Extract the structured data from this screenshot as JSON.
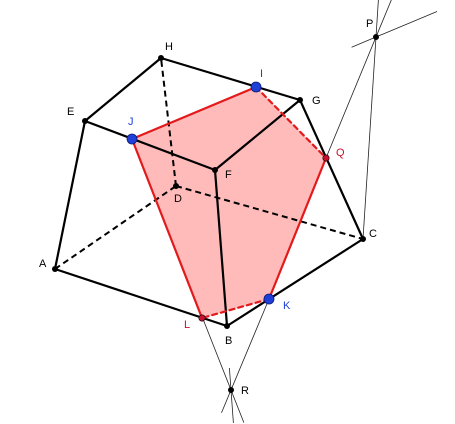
{
  "diagram": {
    "colors": {
      "edge": "#000000",
      "section_stroke": "#e31a1c",
      "section_fill": "#ffb3b3",
      "given_point": "#1f3fd6",
      "given_label": "#1f3fd6",
      "constructed_label": "#c8102e",
      "construction_line": "#222222"
    },
    "vertices": [
      {
        "id": "A",
        "label": "A"
      },
      {
        "id": "B",
        "label": "B"
      },
      {
        "id": "C",
        "label": "C"
      },
      {
        "id": "D",
        "label": "D"
      },
      {
        "id": "E",
        "label": "E"
      },
      {
        "id": "F",
        "label": "F"
      },
      {
        "id": "G",
        "label": "G"
      },
      {
        "id": "H",
        "label": "H"
      }
    ],
    "given_points": [
      {
        "id": "I",
        "label": "I"
      },
      {
        "id": "J",
        "label": "J"
      },
      {
        "id": "K",
        "label": "K"
      }
    ],
    "constructed_points": [
      {
        "id": "Q",
        "label": "Q"
      },
      {
        "id": "L",
        "label": "L"
      }
    ],
    "auxiliary_points": [
      {
        "id": "P",
        "label": "P"
      },
      {
        "id": "R",
        "label": "R"
      }
    ],
    "visible_edges": [
      [
        "A",
        "B"
      ],
      [
        "B",
        "C"
      ],
      [
        "A",
        "E"
      ],
      [
        "E",
        "H"
      ],
      [
        "H",
        "G"
      ],
      [
        "E",
        "F"
      ],
      [
        "F",
        "G"
      ],
      [
        "F",
        "B"
      ],
      [
        "G",
        "C"
      ]
    ],
    "hidden_edges": [
      [
        "A",
        "D"
      ],
      [
        "D",
        "C"
      ],
      [
        "D",
        "H"
      ]
    ],
    "section_polygon": [
      "J",
      "I",
      "Q",
      "K",
      "L"
    ],
    "section_hidden_edges": [
      [
        "I",
        "Q"
      ],
      [
        "K",
        "L"
      ]
    ]
  }
}
